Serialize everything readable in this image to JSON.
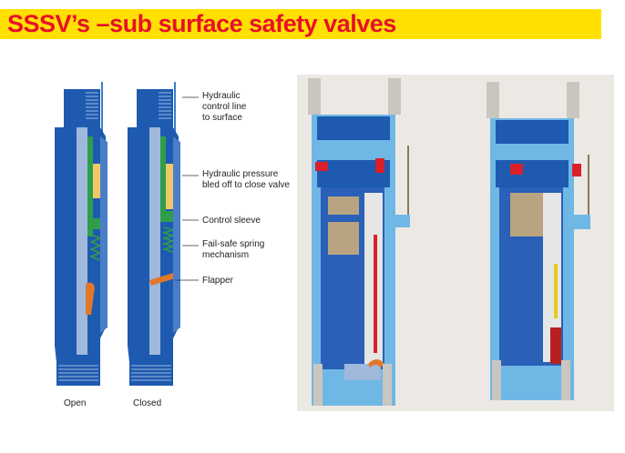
{
  "title": "SSSV’s –sub surface safety valves",
  "labels": {
    "hydraulic_line": "Hydraulic\ncontrol line\nto surface",
    "pressure_bled": "Hydraulic pressure\nbled off to close valve",
    "control_sleeve": "Control sleeve",
    "spring": "Fail-safe spring\nmechanism",
    "flapper": "Flapper"
  },
  "captions": {
    "open": "Open",
    "closed": "Closed"
  },
  "colors": {
    "title_bg": "#ffe000",
    "title_text": "#e8102a",
    "body_blue": "#1e5ab0",
    "light_blue": "#9fb8dc",
    "sleeve_green": "#2e9e4a",
    "chamber_tan": "#f0c86a",
    "flapper_orange": "#e0782a",
    "line_blue": "#3a7fd0"
  }
}
